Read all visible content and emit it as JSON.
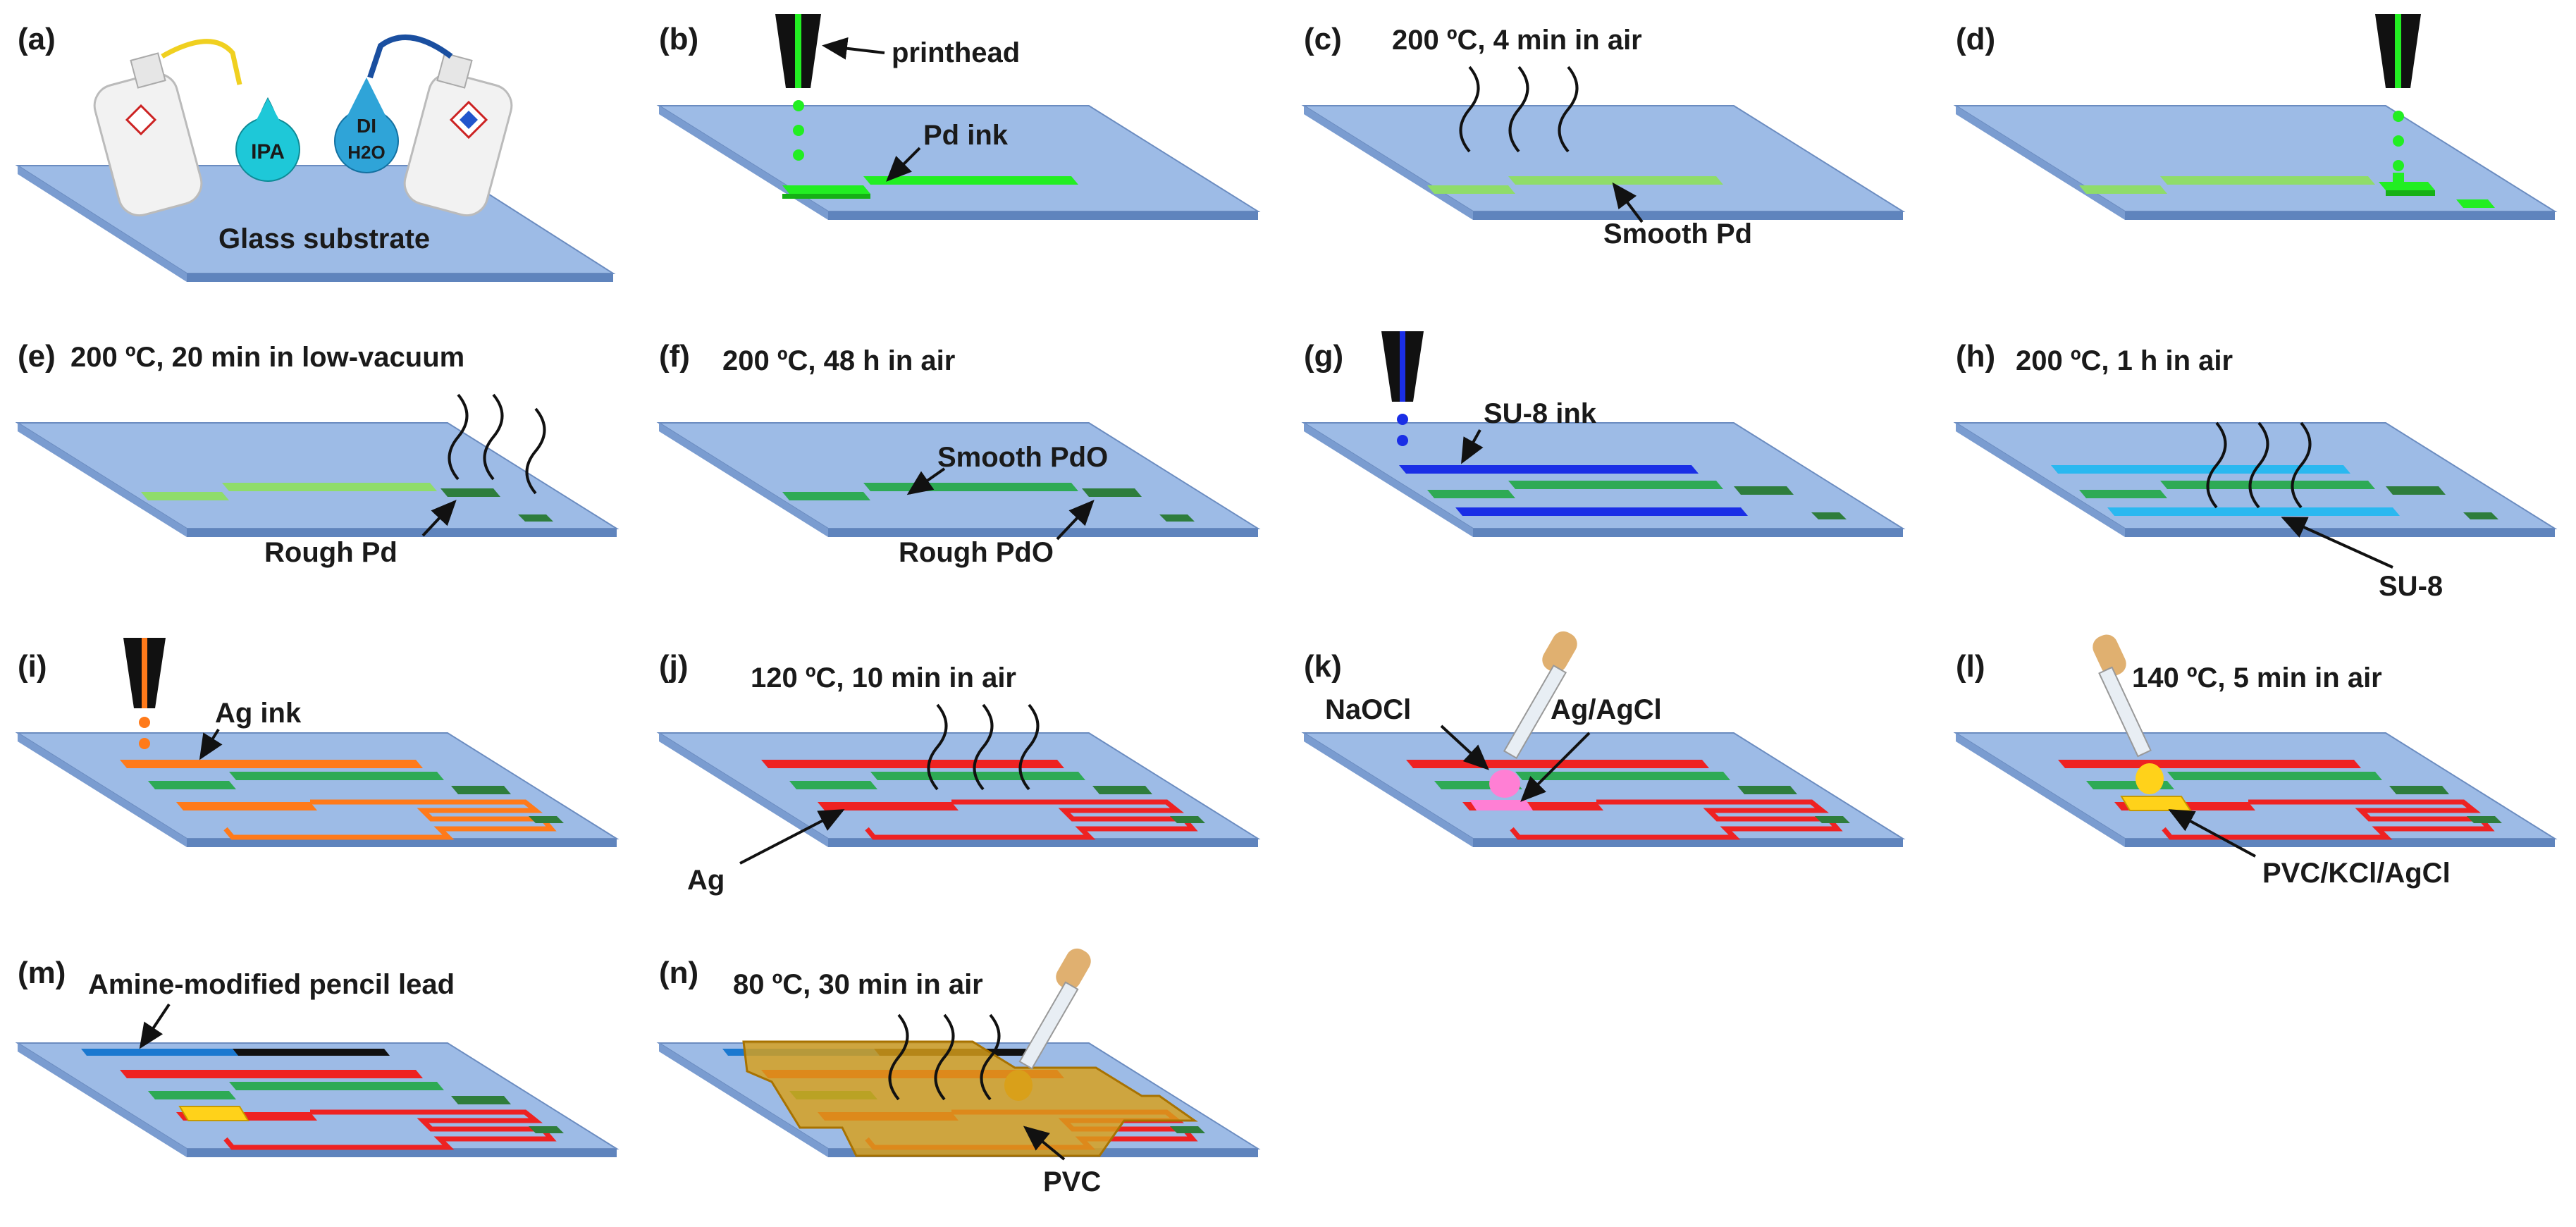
{
  "panels": [
    {
      "id": "a",
      "letter": "(a)",
      "labels": {
        "substrate": "Glass substrate",
        "ipa": "IPA",
        "di": "DI",
        "h2o": "H2O"
      }
    },
    {
      "id": "b",
      "letter": "(b)",
      "labels": {
        "printhead": "printhead",
        "ink": "Pd ink"
      }
    },
    {
      "id": "c",
      "letter": "(c)",
      "labels": {
        "condition": "200 ºC, 4 min in air",
        "result": "Smooth Pd"
      }
    },
    {
      "id": "d",
      "letter": "(d)",
      "labels": {}
    },
    {
      "id": "e",
      "letter": "(e)",
      "labels": {
        "condition": "200 ºC, 20 min in low-vacuum",
        "result": "Rough Pd"
      }
    },
    {
      "id": "f",
      "letter": "(f)",
      "labels": {
        "condition": "200 ºC, 48 h in air",
        "result1": "Smooth PdO",
        "result2": "Rough PdO"
      }
    },
    {
      "id": "g",
      "letter": "(g)",
      "labels": {
        "ink": "SU-8 ink"
      }
    },
    {
      "id": "h",
      "letter": "(h)",
      "labels": {
        "condition": "200 ºC, 1 h in air",
        "result": "SU-8"
      }
    },
    {
      "id": "i",
      "letter": "(i)",
      "labels": {
        "ink": "Ag ink"
      }
    },
    {
      "id": "j",
      "letter": "(j)",
      "labels": {
        "condition": "120 ºC, 10 min in air",
        "result": "Ag"
      }
    },
    {
      "id": "k",
      "letter": "(k)",
      "labels": {
        "reagent": "NaOCl",
        "result": "Ag/AgCl"
      }
    },
    {
      "id": "l",
      "letter": "(l)",
      "labels": {
        "condition": "140 ºC, 5 min in air",
        "result": "PVC/KCl/AgCl"
      }
    },
    {
      "id": "m",
      "letter": "(m)",
      "labels": {
        "material": "Amine-modified pencil lead"
      }
    },
    {
      "id": "n",
      "letter": "(n)",
      "labels": {
        "condition": "80 ºC, 30 min in air",
        "result": "PVC"
      }
    }
  ],
  "colors": {
    "substrate_top": "#9dbbe6",
    "substrate_side": "#5f84bd",
    "pd_ink": "#22ee22",
    "smooth_pd": "#8fdc6a",
    "rough_pd": "#2e7d3c",
    "pdo": "#2eaa55",
    "su8_ink": "#1a2ee6",
    "su8": "#2ab8f0",
    "ag_ink": "#ff7a1a",
    "ag": "#ee2222",
    "agcl": "#ff7fd4",
    "pvc_kcl": "#ffd21a",
    "pencil_blue": "#1a78d0",
    "pencil_black": "#111111",
    "pvc": "#d9a01a"
  }
}
